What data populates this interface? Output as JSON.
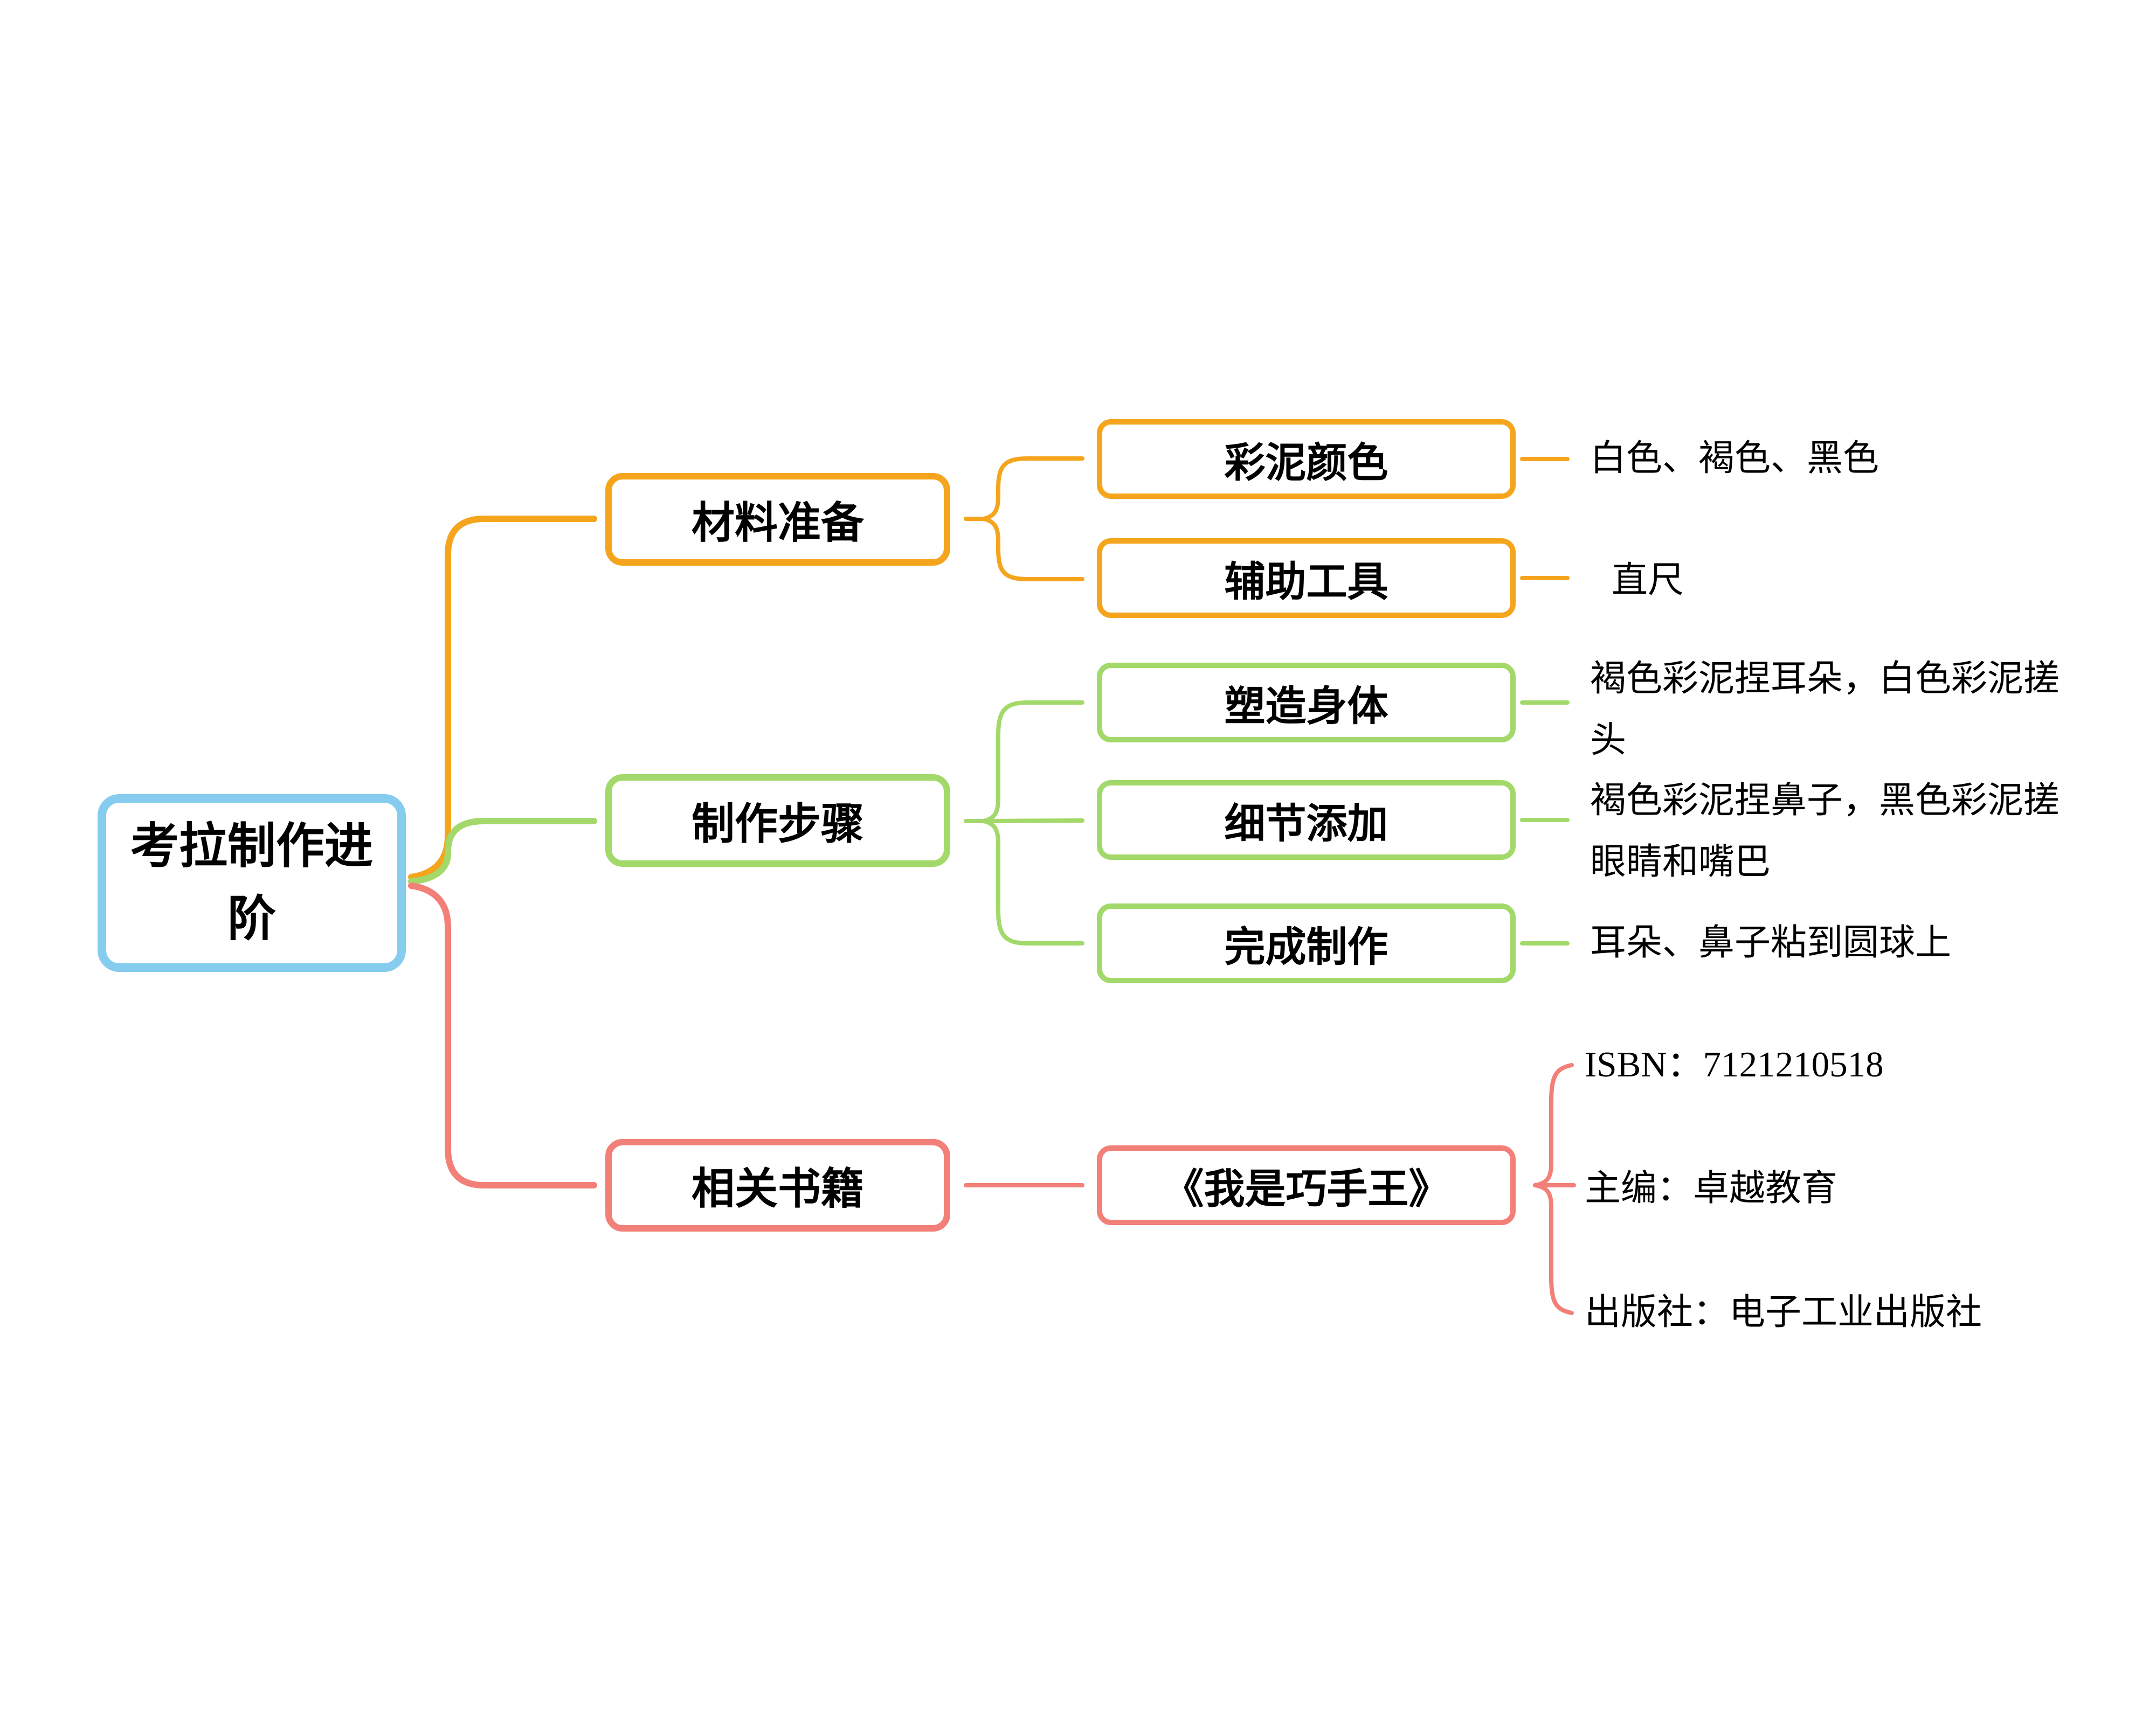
{
  "title": "考拉制作进阶",
  "colors": {
    "root": "#85CCEF",
    "materials": "#F5A51D",
    "steps": "#A2D96A",
    "books": "#F28079",
    "text": "#000000",
    "background": "#FFFFFF"
  },
  "root": {
    "label": "考拉制作进阶"
  },
  "branches": [
    {
      "id": "materials",
      "label": "材料准备",
      "children": [
        {
          "label": "彩泥颜色",
          "note": "白色、褐色、黑色"
        },
        {
          "label": "辅助工具",
          "note": "直尺"
        }
      ]
    },
    {
      "id": "steps",
      "label": "制作步骤",
      "children": [
        {
          "label": "塑造身体",
          "note": "褐色彩泥捏耳朵，白色彩泥搓头"
        },
        {
          "label": "细节添加",
          "note": "褐色彩泥捏鼻子，黑色彩泥搓眼睛和嘴巴"
        },
        {
          "label": "完成制作",
          "note": "耳朵、鼻子粘到圆球上"
        }
      ]
    },
    {
      "id": "books",
      "label": "相关书籍",
      "children": [
        {
          "label": "《我是巧手王》",
          "details": [
            "ISBN：7121210518",
            "主编：卓越教育",
            "出版社：电子工业出版社"
          ]
        }
      ]
    }
  ]
}
